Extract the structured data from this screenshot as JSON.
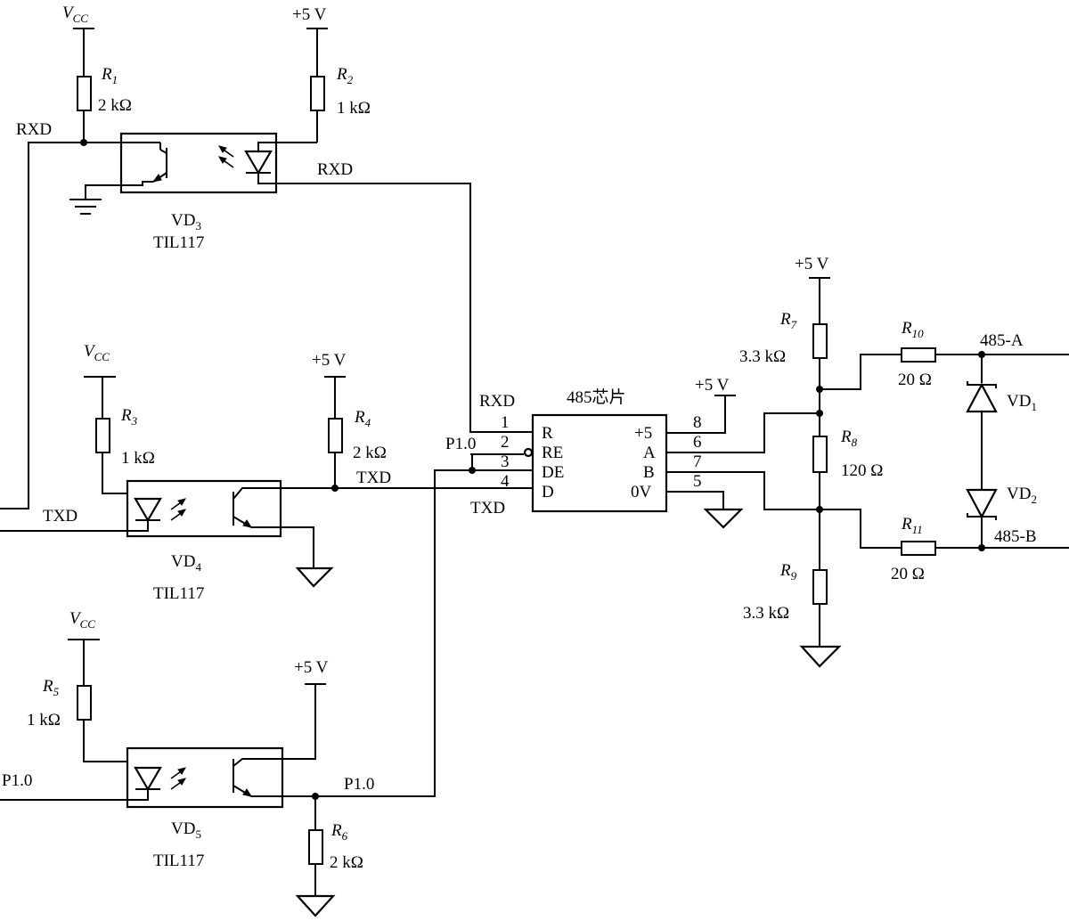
{
  "vcc": {
    "main": "V",
    "sub": "CC"
  },
  "plus5v": "+5 V",
  "signals": {
    "rxd": "RXD",
    "txd": "TXD",
    "p10": "P1.0"
  },
  "resistors": [
    {
      "letter": "R",
      "sub": "1",
      "value": "2 kΩ"
    },
    {
      "letter": "R",
      "sub": "2",
      "value": "1 kΩ"
    },
    {
      "letter": "R",
      "sub": "3",
      "value": "1 kΩ"
    },
    {
      "letter": "R",
      "sub": "4",
      "value": "2 kΩ"
    },
    {
      "letter": "R",
      "sub": "5",
      "value": "1 kΩ"
    },
    {
      "letter": "R",
      "sub": "6",
      "value": "2 kΩ"
    },
    {
      "letter": "R",
      "sub": "7",
      "value": "3.3 kΩ"
    },
    {
      "letter": "R",
      "sub": "8",
      "value": "120 Ω"
    },
    {
      "letter": "R",
      "sub": "9",
      "value": "3.3 kΩ"
    },
    {
      "letter": "R",
      "sub": "10",
      "value": "20 Ω"
    },
    {
      "letter": "R",
      "sub": "11",
      "value": "20 Ω"
    }
  ],
  "optocouplers": [
    {
      "name": "VD",
      "sub": "3",
      "part": "TIL117"
    },
    {
      "name": "VD",
      "sub": "4",
      "part": "TIL117"
    },
    {
      "name": "VD",
      "sub": "5",
      "part": "TIL117"
    }
  ],
  "diodes": [
    {
      "name": "VD",
      "sub": "1"
    },
    {
      "name": "VD",
      "sub": "2"
    }
  ],
  "chip": {
    "title": "485芯片",
    "left_pins": [
      {
        "num": "1",
        "label": "R"
      },
      {
        "num": "2",
        "label": "RE"
      },
      {
        "num": "3",
        "label": "DE"
      },
      {
        "num": "4",
        "label": "D"
      }
    ],
    "right_pins": [
      {
        "num": "8",
        "label": "+5"
      },
      {
        "num": "6",
        "label": "A"
      },
      {
        "num": "7",
        "label": "B"
      },
      {
        "num": "5",
        "label": "0V"
      }
    ]
  },
  "bus": {
    "a": "485-A",
    "b": "485-B"
  }
}
